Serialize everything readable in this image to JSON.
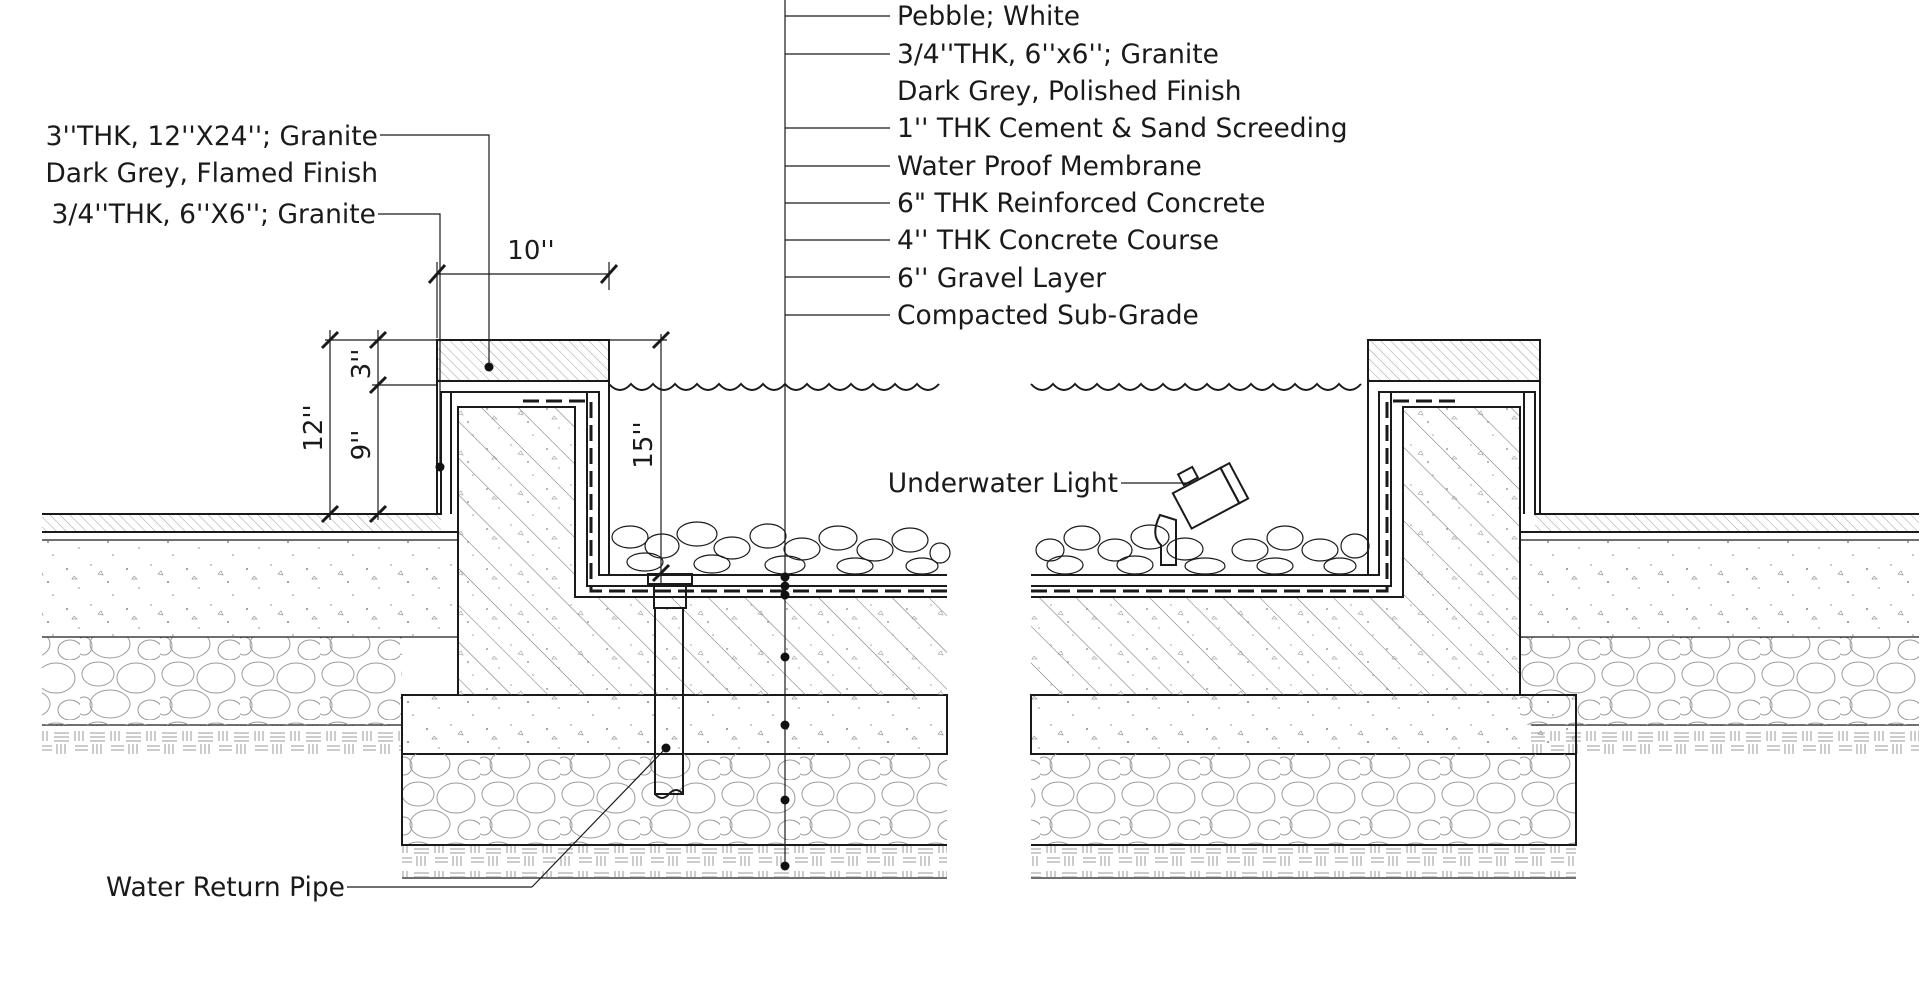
{
  "layers": [
    "Pebble; White",
    "3/4''THK, 6''x6''; Granite",
    "Dark Grey, Polished Finish",
    "1'' THK Cement & Sand Screeding",
    "Water Proof Membrane",
    "6\" THK Reinforced Concrete",
    "4'' THK Concrete Course",
    "6'' Gravel Layer",
    "Compacted Sub-Grade"
  ],
  "coping": {
    "line1": "3''THK, 12''X24''; Granite",
    "line2": "Dark Grey, Flamed Finish",
    "line3": "3/4''THK, 6''X6''; Granite"
  },
  "dimensions": {
    "width": "10''",
    "coping_thk": "3''",
    "wall_h": "9''",
    "total_h": "12''",
    "water_depth": "15''"
  },
  "callouts": {
    "light": "Underwater Light",
    "pipe": "Water Return Pipe"
  }
}
